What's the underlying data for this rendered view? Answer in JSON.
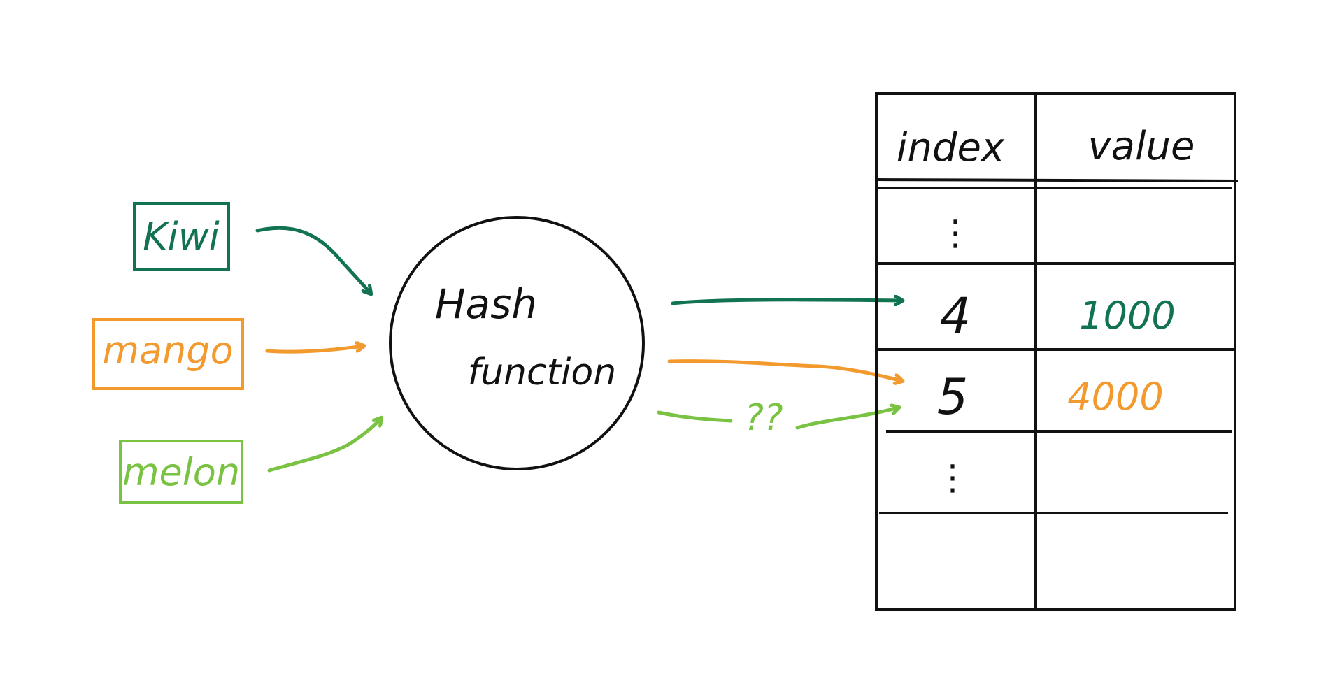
{
  "colors": {
    "kiwi": "#127350",
    "mango": "#f29a2e",
    "melon": "#79c242",
    "ink": "#111111"
  },
  "keys": [
    {
      "id": "kiwi",
      "label": "Kiwi"
    },
    {
      "id": "mango",
      "label": "mango"
    },
    {
      "id": "melon",
      "label": "melon"
    }
  ],
  "hash": {
    "line1": "Hash",
    "line2": "function"
  },
  "collision_mark": "??",
  "table": {
    "headers": [
      "index",
      "value"
    ],
    "rows": [
      {
        "index": "⋮",
        "value": "",
        "color": ""
      },
      {
        "index": "4",
        "value": "1000",
        "color": "kiwi"
      },
      {
        "index": "5",
        "value": "4000",
        "color": "mango"
      },
      {
        "index": "⋮",
        "value": "",
        "color": ""
      },
      {
        "index": "",
        "value": "",
        "color": ""
      }
    ]
  }
}
